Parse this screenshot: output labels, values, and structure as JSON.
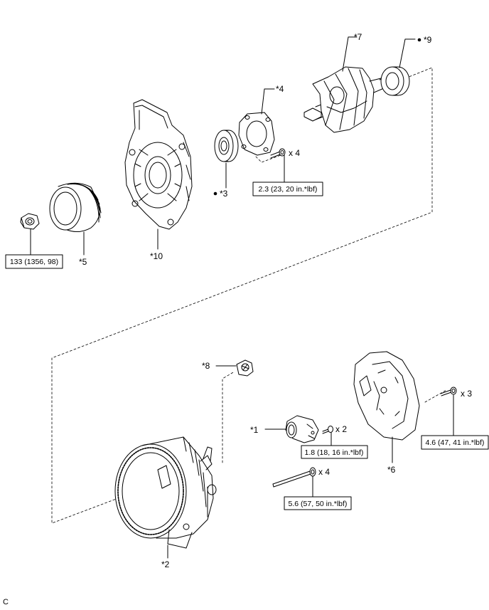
{
  "diagram": {
    "corner_label": "C",
    "torque_specs": {
      "nut_pulley": "133 (1356, 98)",
      "bolt_retainer": "2.3 (23, 20 in.*lbf)",
      "bolt_regulator": "1.8 (18, 16 in.*lbf)",
      "through_bolt": "5.6 (57, 50 in.*lbf)",
      "cover_bolt": "4.6 (47, 41 in.*lbf)"
    },
    "quantities": {
      "retainer_bolts": "x 4",
      "regulator_bolts": "x 2",
      "through_bolts": "x 4",
      "cover_bolts": "x 3"
    },
    "callouts": {
      "p1": "*1",
      "p2": "*2",
      "p3": "*3",
      "p4": "*4",
      "p5": "*5",
      "p6": "*6",
      "p7": "*7",
      "p8": "*8",
      "p9": "*9",
      "p10": "*10"
    }
  }
}
